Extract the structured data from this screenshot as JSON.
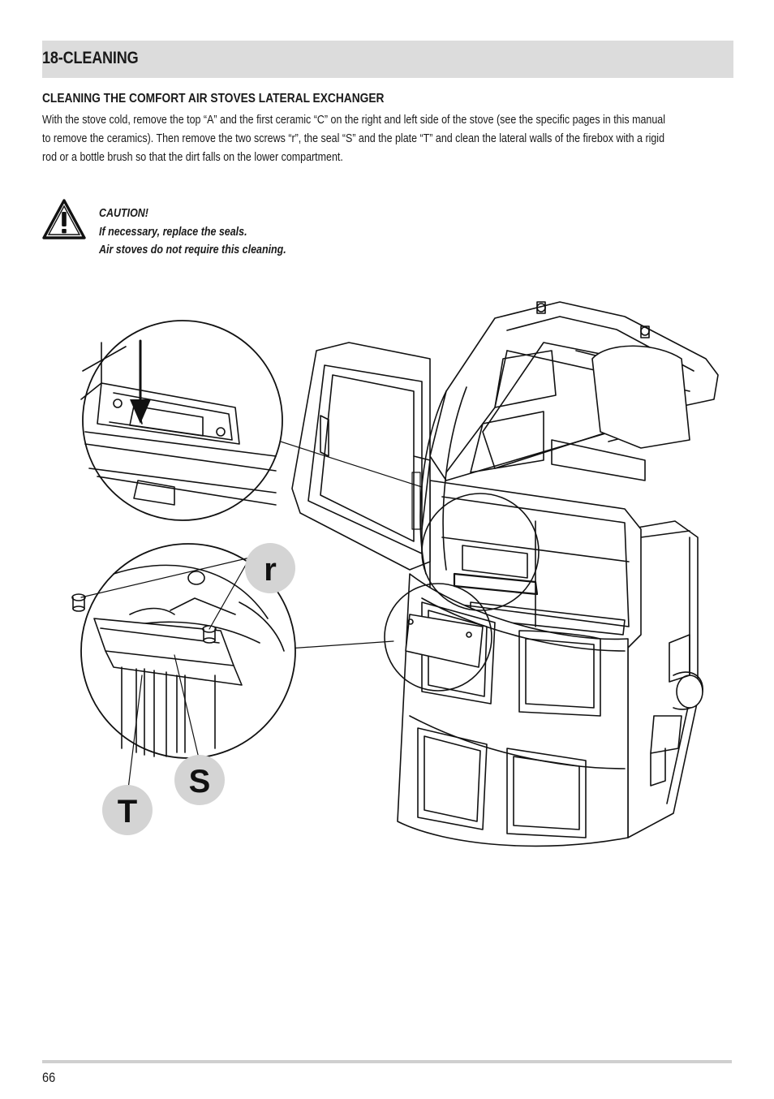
{
  "section": {
    "title": "18-CLEANING"
  },
  "subheading": "CLEANING THE COMFORT AIR STOVES LATERAL EXCHANGER",
  "body_lines": [
    "With the stove cold, remove the top “A” and the first ceramic “C” on the right and left side of the stove (see the specific pages in this manual",
    "to remove the ceramics). Then remove the two screws “r”, the seal “S” and the plate “T” and clean the lateral walls of the firebox with a rigid",
    "rod or a bottle brush so that the dirt falls on the lower compartment."
  ],
  "caution": {
    "icon": "warning-triangle-icon",
    "lines": [
      "CAUTION!",
      "If necessary, replace the seals.",
      "Air stoves do not require this cleaning."
    ]
  },
  "figure": {
    "callouts": {
      "r": "r",
      "s": "S",
      "t": "T"
    }
  },
  "footer": {
    "page_number": "66"
  }
}
